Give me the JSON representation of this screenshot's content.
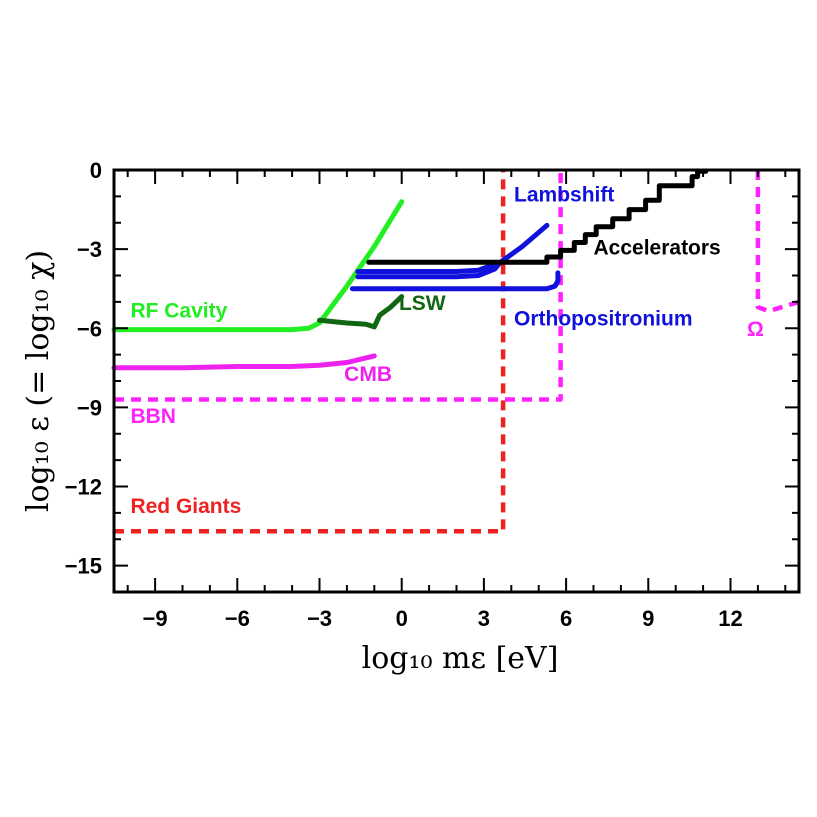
{
  "chart_data": {
    "type": "line",
    "xlabel": "log₁₀ mε [eV]",
    "ylabel": "log₁₀ ε  (= log₁₀ χ)",
    "xlim": [
      -10.5,
      14.5
    ],
    "ylim": [
      -16,
      0
    ],
    "grid": false,
    "x_ticks": [
      -9,
      -6,
      -3,
      0,
      3,
      6,
      9,
      12
    ],
    "y_ticks": [
      0,
      -3,
      -6,
      -9,
      -12,
      -15
    ],
    "series": [
      {
        "name": "RF Cavity",
        "color": "#22ee22",
        "style": "solid",
        "x": [
          -10.5,
          -9,
          -6,
          -4,
          -3.4,
          -3,
          -2.5,
          -2,
          -1,
          0
        ],
        "y": [
          -6.05,
          -6.05,
          -6.05,
          -6.05,
          -6.0,
          -5.8,
          -5.1,
          -4.4,
          -2.9,
          -1.2
        ]
      },
      {
        "name": "LSW",
        "color": "#116611",
        "style": "solid",
        "x": [
          -3,
          -2,
          -1.3,
          -1,
          -0.8,
          -0.4,
          0
        ],
        "y": [
          -5.7,
          -5.8,
          -5.85,
          -5.95,
          -5.5,
          -5.2,
          -4.8
        ]
      },
      {
        "name": "CMB",
        "color": "#ee22ee",
        "style": "solid",
        "x": [
          -10.5,
          -8,
          -6,
          -4,
          -3,
          -2,
          -1
        ],
        "y": [
          -7.5,
          -7.5,
          -7.45,
          -7.45,
          -7.4,
          -7.3,
          -7.05
        ]
      },
      {
        "name": "BBN",
        "color": "#ff22ff",
        "style": "dashed",
        "x": [
          -10.5,
          5.8,
          5.8
        ],
        "y": [
          -8.7,
          -8.7,
          0
        ]
      },
      {
        "name": "Red Giants",
        "color": "#ee2222",
        "style": "dashed",
        "x": [
          -10.5,
          3.7,
          3.7
        ],
        "y": [
          -13.7,
          -13.7,
          0
        ]
      },
      {
        "name": "Lambshift",
        "color": "#1111dd",
        "style": "solid",
        "x": [
          -1.6,
          2,
          2.8,
          3.6,
          4.4,
          5.3
        ],
        "y": [
          -3.85,
          -3.85,
          -3.8,
          -3.5,
          -2.9,
          -2.1
        ]
      },
      {
        "name": "Lambshift",
        "color": "#1111dd",
        "style": "solid",
        "x": [
          -1.6,
          2,
          2.8,
          3.4,
          3.6
        ],
        "y": [
          -4.05,
          -4.05,
          -4.0,
          -3.75,
          -3.5
        ]
      },
      {
        "name": "Orthopositronium",
        "color": "#1111dd",
        "style": "solid",
        "x": [
          -1.8,
          5.3,
          5.6,
          5.7,
          5.7
        ],
        "y": [
          -4.5,
          -4.5,
          -4.4,
          -4.2,
          -3.9
        ]
      },
      {
        "name": "Accelerators",
        "color": "#000000",
        "style": "solid",
        "x": [
          -1.2,
          5.3,
          5.3,
          5.8,
          5.8,
          6.3,
          6.3,
          6.7,
          6.7,
          7.1,
          7.1,
          7.7,
          7.7,
          8.3,
          8.3,
          8.9,
          8.9,
          9.4,
          9.4,
          10.6,
          10.6,
          10.8,
          10.8,
          11.1
        ],
        "y": [
          -3.5,
          -3.5,
          -3.3,
          -3.3,
          -3.05,
          -3.05,
          -2.75,
          -2.75,
          -2.45,
          -2.45,
          -2.15,
          -2.15,
          -1.85,
          -1.85,
          -1.5,
          -1.5,
          -1.15,
          -1.15,
          -0.6,
          -0.6,
          -0.25,
          -0.25,
          -0.05,
          -0.05
        ]
      },
      {
        "name": "Ω",
        "color": "#ff22ff",
        "style": "dashed",
        "x": [
          13,
          13,
          13.4,
          14.5
        ],
        "y": [
          0,
          -5.2,
          -5.35,
          -5.0
        ]
      }
    ],
    "annotations": [
      {
        "text": "RF Cavity",
        "x": -9.9,
        "y": -5.6,
        "color": "#22ee22"
      },
      {
        "text": "LSW",
        "x": -0.1,
        "y": -5.3,
        "color": "#116611"
      },
      {
        "text": "CMB",
        "x": -2.1,
        "y": -8.0,
        "color": "#ee22ee"
      },
      {
        "text": "BBN",
        "x": -9.9,
        "y": -9.6,
        "color": "#ff22ff"
      },
      {
        "text": "Red Giants",
        "x": -9.9,
        "y": -13.0,
        "color": "#ee2222"
      },
      {
        "text": "Lambshift",
        "x": 4.1,
        "y": -1.2,
        "color": "#1111dd"
      },
      {
        "text": "Accelerators",
        "x": 7.0,
        "y": -3.2,
        "color": "#000000"
      },
      {
        "text": "Orthopositronium",
        "x": 4.1,
        "y": -5.9,
        "color": "#1111dd"
      },
      {
        "text": "Ω",
        "x": 12.6,
        "y": -6.3,
        "color": "#ff22ff"
      }
    ]
  }
}
